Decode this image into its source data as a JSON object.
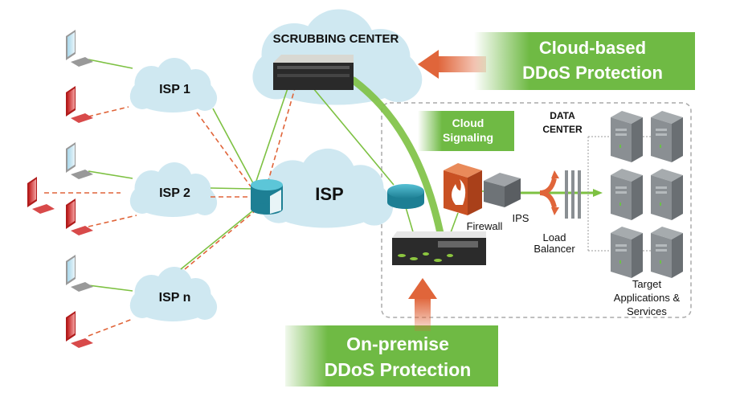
{
  "labels": {
    "scrubbing_center": "SCRUBBING CENTER",
    "isp1": "ISP 1",
    "isp2": "ISP 2",
    "ispn": "ISP n",
    "isp": "ISP",
    "data_center_line1": "DATA",
    "data_center_line2": "CENTER",
    "firewall": "Firewall",
    "ips": "IPS",
    "load_balancer_line1": "Load",
    "load_balancer_line2": "Balancer",
    "target_line1": "Target",
    "target_line2": "Applications &",
    "target_line3": "Services"
  },
  "banners": {
    "cloud_based_line1": "Cloud-based",
    "cloud_based_line2": "DDoS Protection",
    "cloud_signaling_line1": "Cloud",
    "cloud_signaling_line2": "Signaling",
    "on_premise_line1": "On-premise",
    "on_premise_line2": "DDoS Protection"
  },
  "colors": {
    "legit_traffic": "#7dc142",
    "attack_traffic": "#e0653a",
    "banner_green": "#6fba44",
    "cloud": "#cde6ef",
    "router": "#2a9ab0",
    "server": "#7d8286",
    "firewall": "#d9602a"
  }
}
